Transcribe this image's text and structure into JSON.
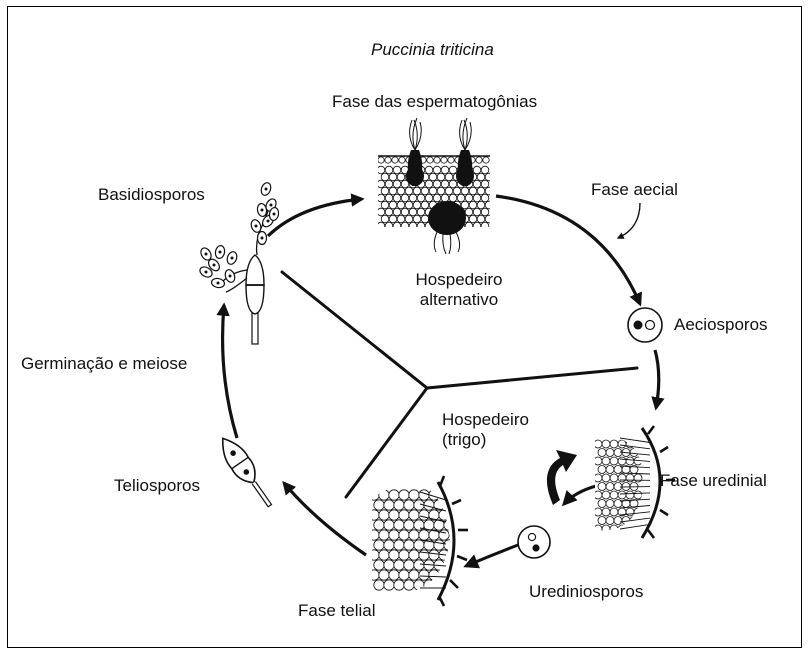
{
  "diagram": {
    "title": "Puccinia triticina",
    "labels": {
      "spermogonia_phase": "Fase das espermatogônias",
      "aecial_phase": "Fase aecial",
      "alternate_host_line1": "Hospedeiro",
      "alternate_host_line2": "alternativo",
      "aeciospores": "Aeciosporos",
      "main_host_line1": "Hospedeiro",
      "main_host_line2": "(trigo)",
      "uredinial_phase": "Fase uredinial",
      "urediniospores": "Urediniosporos",
      "telial_phase": "Fase telial",
      "teliospores": "Teliosporos",
      "germination_meiosis": "Germinação e meiose",
      "basidiospores": "Basidiosporos"
    },
    "colors": {
      "ink": "#111111",
      "paper": "#ffffff",
      "cell_fill": "#f2f2f2"
    }
  }
}
